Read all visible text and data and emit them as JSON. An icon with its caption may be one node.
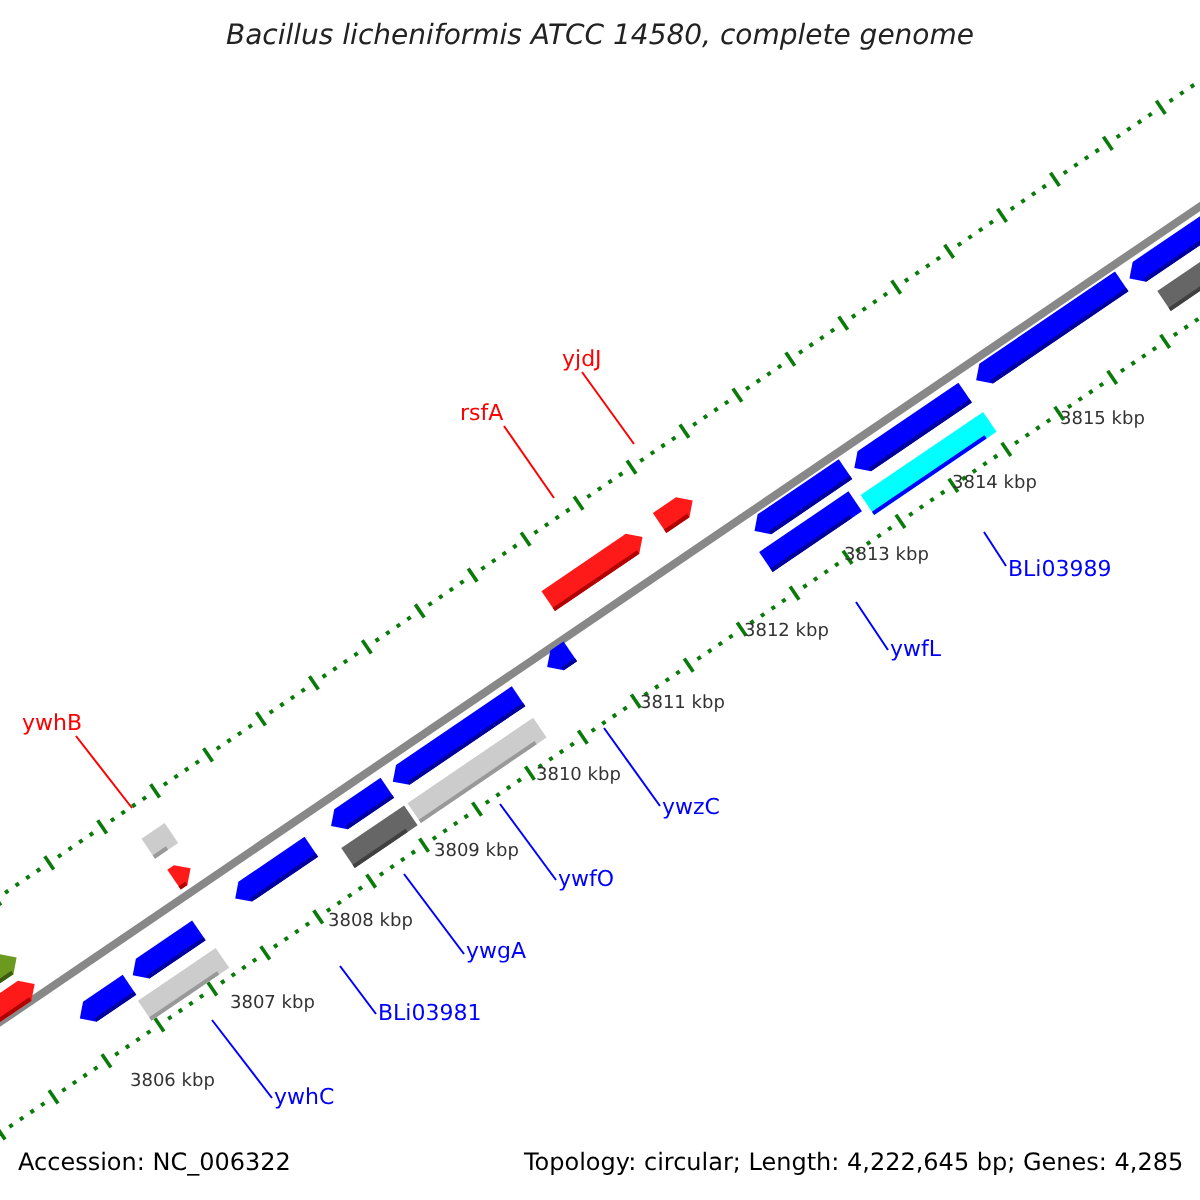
{
  "diagram": {
    "title": "Bacillus licheniformis ATCC 14580, complete genome",
    "nodes": [
      {
        "text": [
          "yjdJ"
        ]
      },
      {
        "text": [
          "rsfA"
        ]
      },
      {
        "text": [
          "BLi03989"
        ]
      },
      {
        "text": [
          "ywfL"
        ]
      },
      {
        "text": [
          "ywhB"
        ]
      },
      {
        "text": [
          "ywzC"
        ]
      },
      {
        "text": [
          "ywfO"
        ]
      },
      {
        "text": [
          "ywgA"
        ]
      },
      {
        "text": [
          "BLi03981"
        ]
      },
      {
        "text": [
          "ywhC"
        ]
      }
    ],
    "edges": [
      {
        "from": 0,
        "to": null,
        "arrow": "none",
        "color": "#ff0000"
      },
      {
        "from": 1,
        "to": null,
        "arrow": "none",
        "color": "#ff0000"
      },
      {
        "from": 2,
        "to": null,
        "arrow": "none"
      },
      {
        "from": 3,
        "to": null,
        "arrow": "none"
      },
      {
        "from": 4,
        "to": null,
        "arrow": "none",
        "color": "#ff0000"
      },
      {
        "from": 5,
        "to": null,
        "arrow": "none"
      },
      {
        "from": 6,
        "to": null,
        "arrow": "none"
      },
      {
        "from": 7,
        "to": null,
        "arrow": "none"
      },
      {
        "from": 8,
        "to": null,
        "arrow": "none"
      },
      {
        "from": 9,
        "to": null,
        "arrow": "none"
      }
    ],
    "labels": [
      "3815 kbp",
      "3814 kbp",
      "3813 kbp",
      "3812 kbp",
      "3811 kbp",
      "3810 kbp",
      "3809 kbp",
      "3808 kbp",
      "3807 kbp",
      "3806 kbp",
      "Accession: NC_006322",
      "Topology: circular; Length: 4,222,645 bp; Genes: 4,285"
    ]
  }
}
